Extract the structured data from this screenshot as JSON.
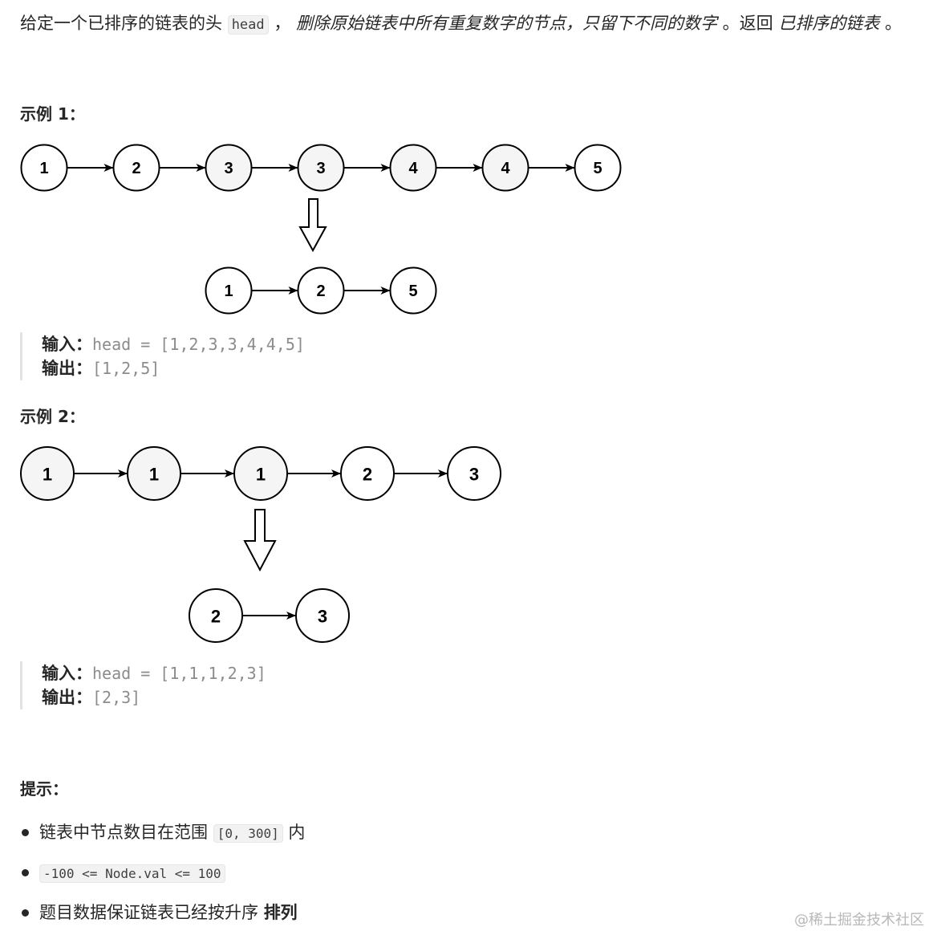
{
  "intro": {
    "p1": "给定一个已排序的链表的头 ",
    "code": "head",
    "p2": " ， ",
    "em1": "删除原始链表中所有重复数字的节点，只留下不同的数字",
    "p3": " 。返回 ",
    "em2": "已排序的链表",
    "p4": " 。"
  },
  "example1": {
    "title": "示例 1：",
    "input_nodes": [
      {
        "value": "1",
        "dup": false
      },
      {
        "value": "2",
        "dup": false
      },
      {
        "value": "3",
        "dup": true
      },
      {
        "value": "3",
        "dup": true
      },
      {
        "value": "4",
        "dup": true
      },
      {
        "value": "4",
        "dup": true
      },
      {
        "value": "5",
        "dup": false
      }
    ],
    "output_nodes": [
      "1",
      "2",
      "5"
    ],
    "input_label": "输入：",
    "input_value": "head = [1,2,3,3,4,4,5]",
    "output_label": "输出：",
    "output_value": "[1,2,5]"
  },
  "example2": {
    "title": "示例 2：",
    "input_nodes": [
      {
        "value": "1",
        "dup": true
      },
      {
        "value": "1",
        "dup": true
      },
      {
        "value": "1",
        "dup": true
      },
      {
        "value": "2",
        "dup": false
      },
      {
        "value": "3",
        "dup": false
      }
    ],
    "output_nodes": [
      "2",
      "3"
    ],
    "input_label": "输入：",
    "input_value": "head = [1,1,1,2,3]",
    "output_label": "输出：",
    "output_value": "[2,3]"
  },
  "tips": {
    "title": "提示：",
    "item1_pre": "链表中节点数目在范围 ",
    "item1_code": "[0, 300]",
    "item1_post": " 内",
    "item2_code": "-100 <= Node.val <= 100",
    "item3_pre": "题目数据保证链表已经按升序 ",
    "item3_bold": "排列"
  },
  "watermark": "@稀土掘金技术社区",
  "colors": {
    "text": "#262626",
    "muted": "#8c8c8c",
    "node_dup_fill": "#f5f5f5",
    "node_fill": "#ffffff",
    "stroke": "#000000"
  }
}
